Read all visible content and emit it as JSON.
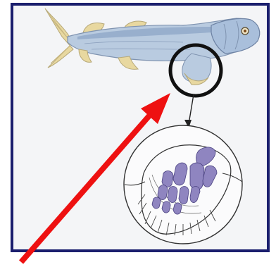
{
  "colors": {
    "frame_border": "#1b1f6e",
    "panel_background": "#f4f5f7",
    "fish_body": "#b9cbe0",
    "fish_back": "#90a8c8",
    "fin_yellow": "#e8d8a0",
    "bone_fill": "#8f85c0",
    "highlight_circle": "#111111",
    "pointer_arrow": "#ee1111"
  },
  "icons": {
    "fish": "lobe-finned-fish-illustration",
    "fin_circle": "highlight-circle",
    "connector": "down-arrow-connector",
    "inset": "fin-bone-magnified-inset",
    "pointer": "red-pointer-arrow"
  }
}
